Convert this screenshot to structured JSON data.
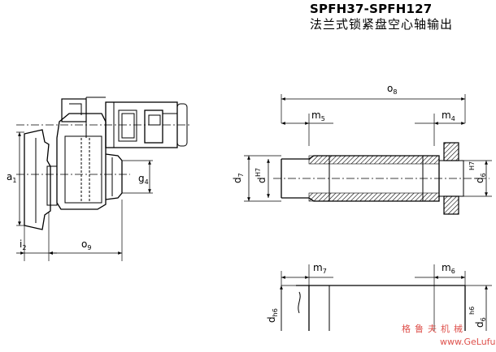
{
  "header": {
    "title": "SPFH37-SPFH127",
    "subtitle": "法兰式锁紧盘空心轴输出"
  },
  "left_view": {
    "labels": {
      "a1": "a",
      "a1_sub": "1",
      "i2": "i",
      "i2_sub": "2",
      "o9": "o",
      "o9_sub": "9",
      "g4": "g",
      "g4_sub": "4"
    }
  },
  "right_view": {
    "labels": {
      "o8": "o",
      "o8_sub": "8",
      "m5": "m",
      "m5_sub": "5",
      "m4": "m",
      "m4_sub": "4",
      "d7": "d",
      "d7_sub": "7",
      "h7_left": "H7",
      "d": "d",
      "d6": "d",
      "d6_sub": "6",
      "h7_right": "H7"
    }
  },
  "shaft_view": {
    "labels": {
      "m7": "m",
      "m7_sub": "7",
      "m6": "m",
      "m6_sub": "6",
      "dh6": "d",
      "dh6_sub": "h6",
      "d6": "d",
      "d6_sub": "6",
      "h6": "h6"
    }
  },
  "watermark": {
    "line1": "格鲁夫机械",
    "line2": "www.GeLufu.com"
  }
}
